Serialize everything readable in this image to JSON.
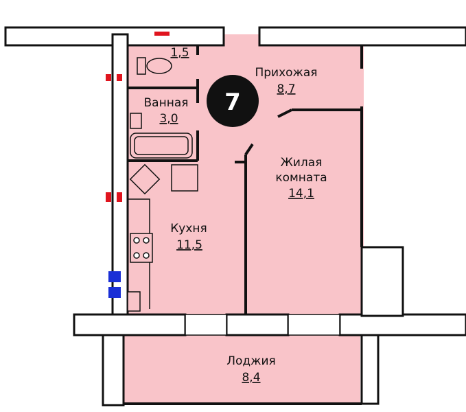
{
  "plan": {
    "apartment_number": "7",
    "rooms": [
      {
        "name": "",
        "area": "1,5"
      },
      {
        "name": "Прихожая",
        "area": "8,7"
      },
      {
        "name": "Ванная",
        "area": "3,0"
      },
      {
        "name": "Жилая",
        "name2": "комната",
        "area": "14,1"
      },
      {
        "name": "Кухня",
        "area": "11,5"
      },
      {
        "name": "Лоджия",
        "area": "8,4"
      }
    ]
  },
  "colors": {
    "room_fill": "#f9c4c9",
    "wall": "#111111",
    "badge": "#111111",
    "red_marker": "#e0141e",
    "blue_marker": "#1a2fd6"
  }
}
